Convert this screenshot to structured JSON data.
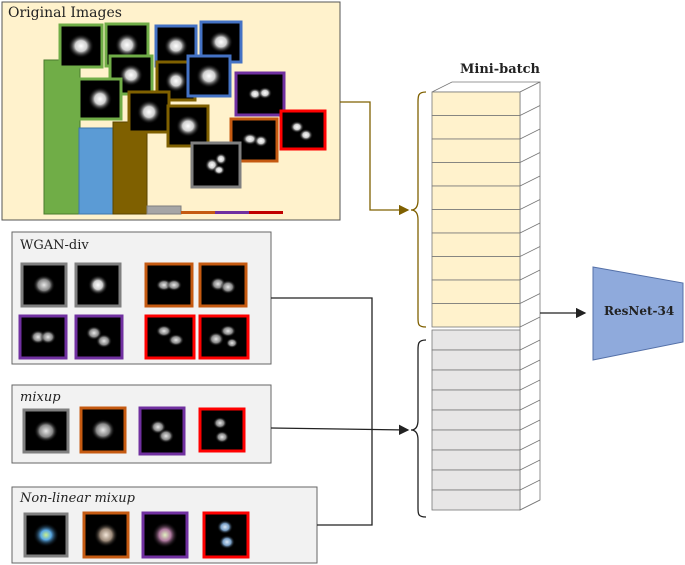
{
  "original_panel": {
    "title": "Original Images"
  },
  "minibatch": {
    "title": "Mini-batch"
  },
  "network": {
    "label": "ResNet-34"
  },
  "wgan_panel": {
    "title": "WGAN-div"
  },
  "mixup_panel": {
    "title": "mixup"
  },
  "nonlinear_panel": {
    "title": "Non-linear mixup"
  },
  "colors": {
    "green": "#70ad47",
    "blue": "#5b9bd5",
    "olive": "#7f6000",
    "gray": "#7f7f7f",
    "orange": "#c55a11",
    "purple": "#7030a0",
    "red": "#ff0000",
    "cream": "#fff2cc",
    "light_gray": "#e7e6e6",
    "resnet": "#8faadc",
    "bracket_brown": "#7f6000",
    "panel_bg": "#f2f2f2"
  }
}
